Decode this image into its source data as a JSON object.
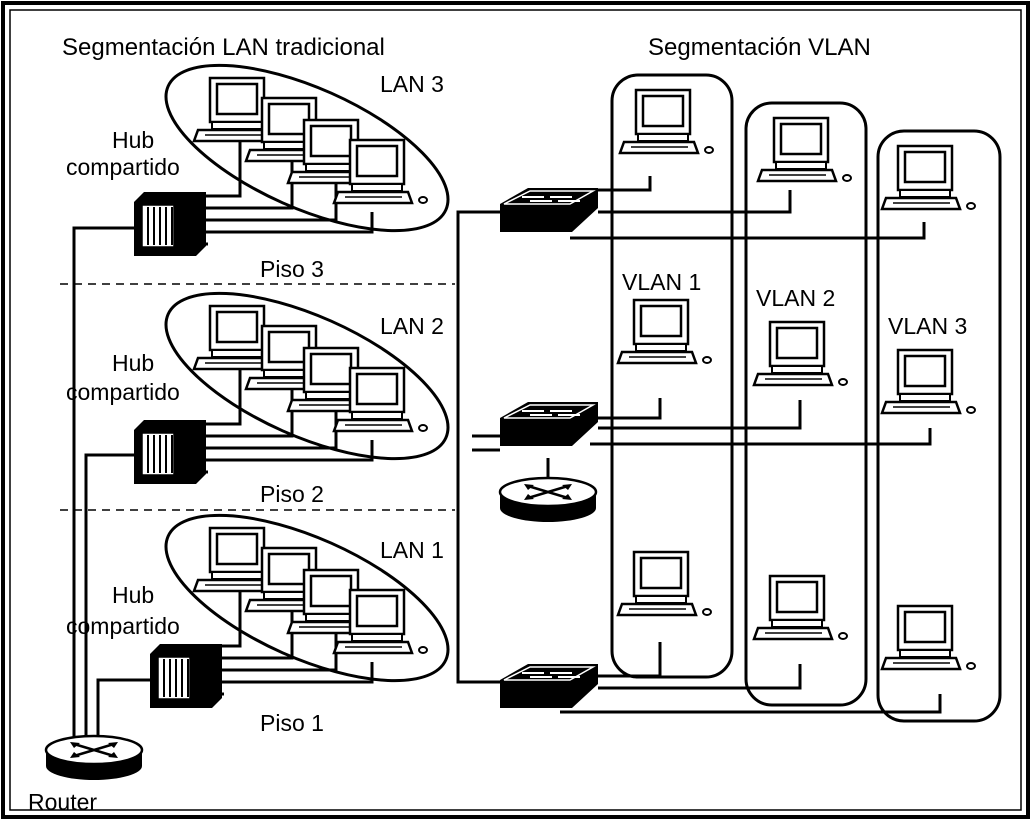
{
  "titles": {
    "traditional": "Segmentación LAN tradicional",
    "vlan": "Segmentación VLAN"
  },
  "lans": [
    "LAN 3",
    "LAN 2",
    "LAN 1"
  ],
  "hub_label": [
    "Hub",
    "compartido"
  ],
  "floors": [
    "Piso 3",
    "Piso 2",
    "Piso 1"
  ],
  "router_label": "Router",
  "vlans": [
    "VLAN 1",
    "VLAN 2",
    "VLAN 3"
  ],
  "icons": {
    "computer": "computer-icon",
    "hub": "hub-icon",
    "switch": "switch-icon",
    "router": "router-icon"
  }
}
